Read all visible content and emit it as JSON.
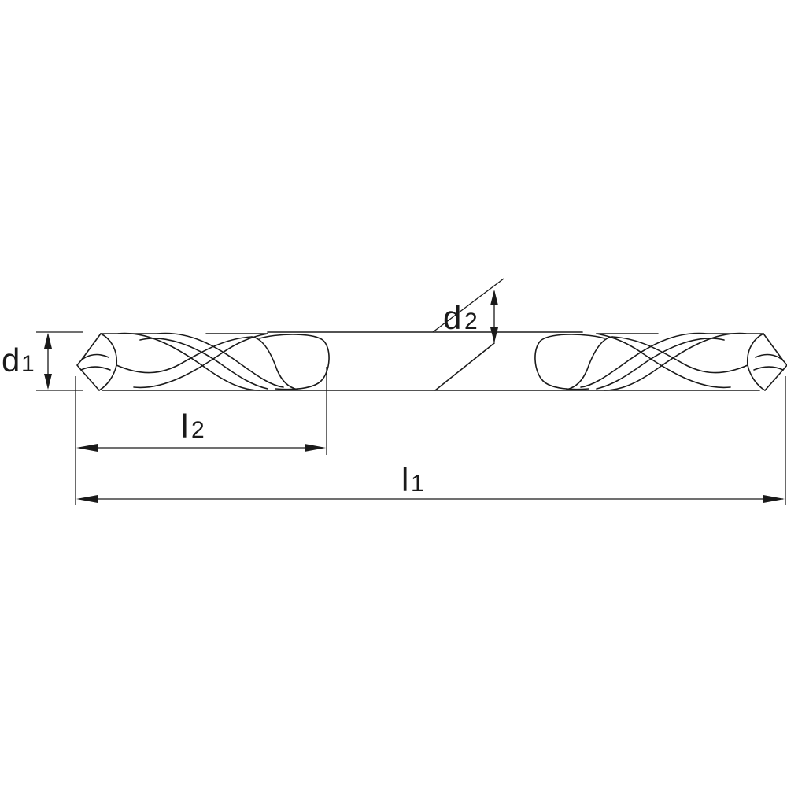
{
  "labels": {
    "d1": {
      "main": "d",
      "sub": "1"
    },
    "d2": {
      "main": "d",
      "sub": "2"
    },
    "l1": {
      "main": "l",
      "sub": "1"
    },
    "l2": {
      "main": "l",
      "sub": "2"
    }
  }
}
